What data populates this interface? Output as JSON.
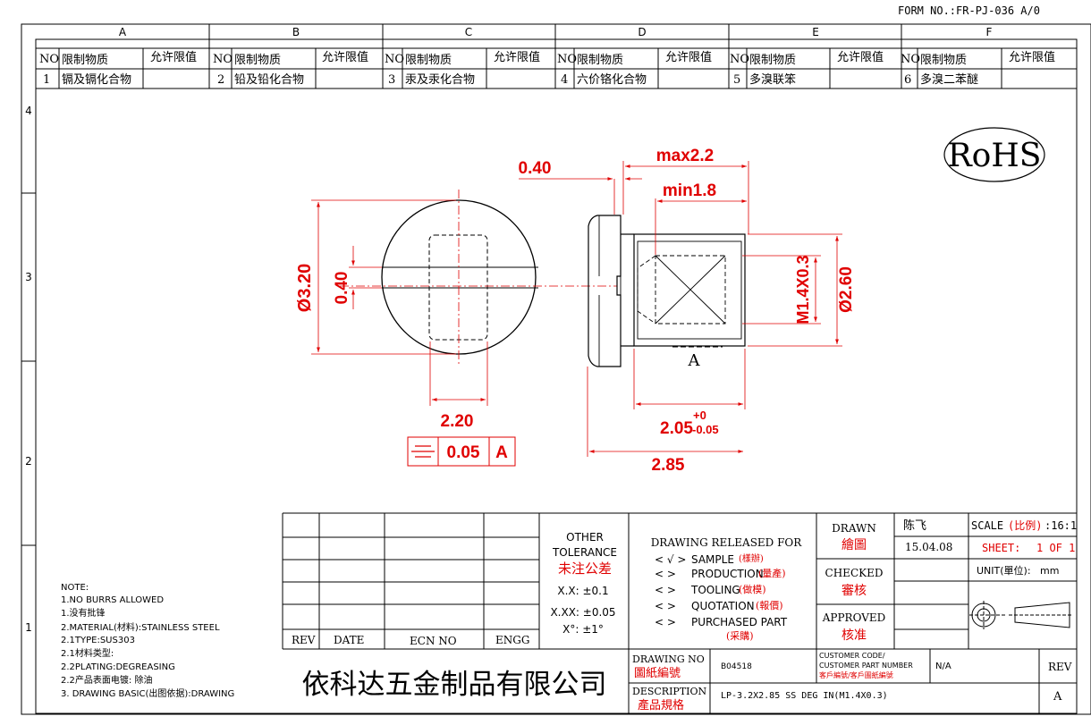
{
  "form_no": "FORM NO.:FR-PJ-036 A/0",
  "zones_top": [
    "A",
    "B",
    "C",
    "D",
    "E",
    "F"
  ],
  "zones_side": [
    "4",
    "3",
    "2",
    "1"
  ],
  "substances_header": {
    "no": "NO",
    "name": "限制物质",
    "limit": "允许限值"
  },
  "substances": [
    {
      "no": "1",
      "name": "镉及镉化合物"
    },
    {
      "no": "2",
      "name": "铅及铅化合物"
    },
    {
      "no": "3",
      "name": "汞及汞化合物"
    },
    {
      "no": "4",
      "name": "六价铬化合物"
    },
    {
      "no": "5",
      "name": "多溴联笨"
    },
    {
      "no": "6",
      "name": "多溴二苯醚"
    }
  ],
  "rohs": "RoHS",
  "dimensions": {
    "head_thickness": "0.40",
    "max_len": "max2.2",
    "min_thread": "min1.8",
    "diameter_head": "Ø3.20",
    "slot_width": "0.40",
    "thread": "M1.4X0.3",
    "diameter_shank": "Ø2.60",
    "slot_len": "2.20",
    "shank_len_base": "2.05",
    "shank_len_plus": "+0",
    "shank_len_minus": "-0.05",
    "total_len": "2.85",
    "datum": "A",
    "tol_value": "0.05",
    "tol_datum": "A",
    "tol_symbol": "="
  },
  "notes": [
    "NOTE:",
    "1.NO BURRS ALLOWED",
    "1.没有批锋",
    "2.MATERIAL(材料):STAINLESS STEEL",
    "2.1TYPE:SUS303",
    "2.1材料类型:",
    "2.2PLATING:DEGREASING",
    "2.2产品表面电镀: 除油",
    "3. DRAWING BASIC(出图依据):DRAWING"
  ],
  "revision_headers": {
    "rev": "REV",
    "date": "DATE",
    "ecn": "ECN NO",
    "engg": "ENGG"
  },
  "tolerance": {
    "title1": "OTHER",
    "title2": "TOLERANCE",
    "title_cn": "未注公差",
    "xx": "X.X: ±0.1",
    "xxx": "X.XX: ±0.05",
    "angle": "X°: ±1°"
  },
  "release": {
    "title": "DRAWING RELEASED FOR",
    "items": [
      {
        "mark": "< √ >",
        "label": "SAMPLE",
        "cn": "(樣辦)"
      },
      {
        "mark": "<   >",
        "label": "PRODUCTION",
        "cn": "(量產)"
      },
      {
        "mark": "<   >",
        "label": "TOOLING",
        "cn": "(做模)"
      },
      {
        "mark": "<   >",
        "label": "QUOTATION",
        "cn": "(報價)"
      },
      {
        "mark": "<   >",
        "label": "PURCHASED PART",
        "cn": "(采購)"
      }
    ]
  },
  "signoff": {
    "drawn": "DRAWN",
    "drawn_cn": "繪圖",
    "drawn_name": "陈飞",
    "drawn_date": "15.04.08",
    "checked": "CHECKED",
    "checked_cn": "審核",
    "approved": "APPROVED",
    "approved_cn": "核准"
  },
  "scale": {
    "label": "SCALE",
    "cn": "(比例)",
    "value": ":16:1"
  },
  "sheet": {
    "label": "SHEET:",
    "value": "1 OF 1"
  },
  "unit": {
    "label": "UNIT(單位):",
    "value": "mm"
  },
  "company": "依科达五金制品有限公司",
  "drawing_no": {
    "label": "DRAWING NO",
    "cn": "圖紙編號",
    "value": "B04518"
  },
  "customer": {
    "label1": "CUSTOMER CODE/",
    "label2": "CUSTOMER PART NUMBER",
    "cn": "客戶編號/客戶圖紙編號",
    "value": "N/A"
  },
  "rev": {
    "label": "REV",
    "value": "A"
  },
  "description": {
    "label": "DESCRIPTION",
    "cn": "產品規格",
    "value": "LP-3.2X2.85 SS DEG IN(M1.4X0.3)"
  }
}
